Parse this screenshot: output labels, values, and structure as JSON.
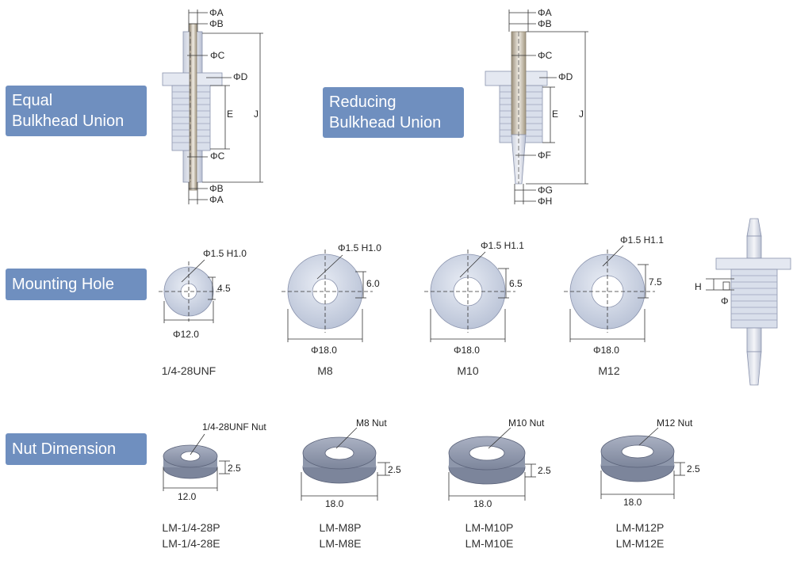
{
  "sections": {
    "equal": {
      "line1": "Equal",
      "line2": "Bulkhead Union"
    },
    "reducing": {
      "line1": "Reducing",
      "line2": "Bulkhead Union"
    },
    "mounting": "Mounting Hole",
    "nut": "Nut Dimension"
  },
  "equal_union_dims": {
    "a_top": "ΦA",
    "b_top": "ΦB",
    "c_top": "ΦC",
    "d": "ΦD",
    "e": "E",
    "j": "J",
    "c_bottom": "ΦC",
    "b_bottom": "ΦB",
    "a_bottom": "ΦA"
  },
  "reducing_union_dims": {
    "a": "ΦA",
    "b": "ΦB",
    "c": "ΦC",
    "d": "ΦD",
    "e": "E",
    "j": "J",
    "f": "ΦF",
    "g": "ΦG",
    "h": "ΦH"
  },
  "mounting_holes": [
    {
      "spec": "Φ1.5 H1.0",
      "height": "4.5",
      "diameter": "Φ12.0",
      "thread": "1/4-28UNF"
    },
    {
      "spec": "Φ1.5 H1.0",
      "height": "6.0",
      "diameter": "Φ18.0",
      "thread": "M8"
    },
    {
      "spec": "Φ1.5 H1.1",
      "height": "6.5",
      "diameter": "Φ18.0",
      "thread": "M10"
    },
    {
      "spec": "Φ1.5 H1.1",
      "height": "7.5",
      "diameter": "Φ18.0",
      "thread": "M12"
    }
  ],
  "side_view": {
    "h": "H",
    "phi": "Φ"
  },
  "nuts": [
    {
      "name": "1/4-28UNF Nut",
      "thickness": "2.5",
      "width": "12.0",
      "part1": "LM-1/4-28P",
      "part2": "LM-1/4-28E"
    },
    {
      "name": "M8 Nut",
      "thickness": "2.5",
      "width": "18.0",
      "part1": "LM-M8P",
      "part2": "LM-M8E"
    },
    {
      "name": "M10 Nut",
      "thickness": "2.5",
      "width": "18.0",
      "part1": "LM-M10P",
      "part2": "LM-M10E"
    },
    {
      "name": "M12 Nut",
      "thickness": "2.5",
      "width": "18.0",
      "part1": "LM-M12P",
      "part2": "LM-M12E"
    }
  ],
  "colors": {
    "label_bg": "#6f8fbf",
    "part_fill": "#dfe3ef",
    "part_edge": "#8a93ad",
    "nut_fill": "#9aa2b6"
  }
}
